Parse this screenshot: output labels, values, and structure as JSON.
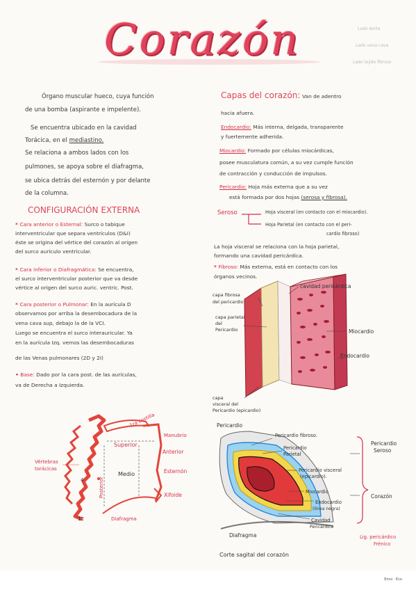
{
  "title": "Corazón",
  "side_notes": [
    "Lado Aorta",
    "Lado vena cava",
    "Lado tejido fibroso"
  ],
  "intro": {
    "line1": "Órgano muscular hueco, cuya función",
    "line2": "de una bomba (aspirante e impelente).",
    "line3": "Se encuentra ubicado en la cavidad",
    "line4a": "Torácica, en el ",
    "line4b": "mediastino.",
    "line5": "Se relaciona a ambos lados con los",
    "line6": "pulmones, se apoya sobre el diafragma,",
    "line7": "se ubica detrás del esternón y por delante",
    "line8": "de la columna."
  },
  "config": {
    "heading": "CONFIGURACIÓN EXTERNA",
    "anterior_title": "Cara anterior o Esternal:",
    "anterior_l1": "Surco o tabique",
    "anterior_l2": "interventricular que separa ventrículos (D&I)",
    "anterior_l3": "éste se origina del vértice del corazón al origen",
    "anterior_l4": "del surco aurículo ventricular.",
    "inferior_title": "Cara inferior o Diafragmática:",
    "inferior_l1": "Se encuentra,",
    "inferior_l2": "el surco interventricular posterior que va desde",
    "inferior_l3": "vértice al origen del surco auric. ventric. Post.",
    "posterior_title": "Cara posterior o Pulmonar:",
    "posterior_l1": "En la aurícula D",
    "posterior_l2": "observamos por arriba la desembocadura de la",
    "posterior_l3": "vena cava sup, debajo la de la VCI.",
    "posterior_l4": "Luego se encuentra el surco interauricular. Ya",
    "posterior_l5": "en la aurícula Izq. vemos las desembocaduras",
    "posterior_l6": "de las Venas pulmonares (2D y 2I)",
    "base_title": "Base:",
    "base_l1": "Dado por la cara post. de las aurículas,",
    "base_l2": "va de Derecha a Izquierda."
  },
  "capas": {
    "heading": "Capas del corazón:",
    "heading_rest": "Van de adentro",
    "l2": "hacia afuera.",
    "endo_title": "Endocardio:",
    "endo_l1": "Más interna, delgada, transparente",
    "endo_l2": "y fuertemente adherida.",
    "mio_title": "Miocardio:",
    "mio_l1": "Formado por células miocárdicas,",
    "mio_l2": "posee musculatura común, a su vez cumple función",
    "mio_l3": "de contracción y conducción de impulsos.",
    "peri_title": "Pericardio:",
    "peri_l1": "Hoja más externa que a su vez",
    "peri_l2": "está formada por dos hojas",
    "peri_l2b": "(serosa y fibrosa).",
    "seroso_title": "Seroso",
    "visceral": "Hoja visceral (en contacto con el miocardio).",
    "parietal_a": "Hoja Parietal (en contacto con el peri-",
    "parietal_b": "cardio fibroso)",
    "rel_l1": "La hoja visceral se relaciona con la hoja parietal,",
    "rel_l2": "formando una cavidad pericárdica.",
    "fibroso_title": "Fibroso:",
    "fibroso_l1": "Más externa, está en contacto con los",
    "fibroso_l2": "órganos vecinos."
  },
  "diagram_layers": {
    "capa_fibrosa": [
      "capa fibrosa",
      "del pericardio"
    ],
    "cavidad": "cavidad pericárdica",
    "capa_parietal": [
      "capa parietal",
      "del",
      "Pericardio"
    ],
    "miocardio": "Miocardio",
    "endocardio": "Endocardio",
    "capa_visceral": [
      "capa",
      "visceral del",
      "Pericardio (epicardio)"
    ]
  },
  "diagram_mediastino": {
    "primera_costilla": "1ra costilla",
    "manubrio": "Manubrio",
    "superior": "Superior",
    "anterior": "Anterior",
    "medio": "Medio",
    "esternon": "Esternón",
    "posterior": "Posterior",
    "xifoide": "Xifoide",
    "diafragma": "Diafragma",
    "vertebras": [
      "Vértebras",
      "torácicas"
    ],
    "num_top": "4",
    "num_bottom": "12"
  },
  "diagram_sagittal": {
    "pericardio": "Pericardio",
    "fibroso": "Pericardio fibroso.",
    "parietal": [
      "Pericardio",
      "Parietal"
    ],
    "visceral": [
      "Pericardio visceral",
      "(epicardio)."
    ],
    "miocardio": "Miocardio",
    "endocardio": [
      "Endocardio",
      "(línea negra)"
    ],
    "cavidad": [
      "Cavidad",
      "Pericárdica"
    ],
    "diafragma": "Diafragma",
    "seroso": [
      "Pericardio",
      "Seroso"
    ],
    "corazon": "Corazón",
    "lig": [
      "Lig. pericárdico",
      "Frénico"
    ],
    "caption": "Corte sagital del corazón"
  },
  "footer": "Emsi · Eco",
  "colors": {
    "accent": "#e0435b",
    "text": "#3a3a3a",
    "blue": "#2a86d9"
  }
}
